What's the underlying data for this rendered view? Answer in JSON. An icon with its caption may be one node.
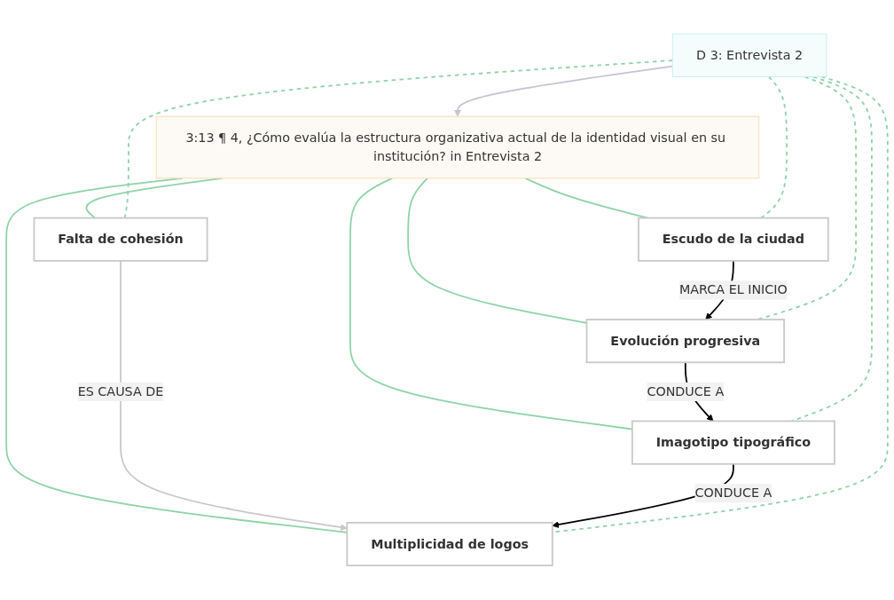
{
  "diagram": {
    "nodes": [
      {
        "text": [
          "3:13 ¶ 4, ¿Cómo evalúa la estructura organizativa actual de la identidad visual en su institución? in Entrevista 2"
        ]
      },
      {
        "text": [
          "Multiplicidad de logos"
        ]
      },
      {
        "text": [
          "Falta de cohesión"
        ]
      },
      {
        "text": [
          "Imagotipo tipográfico"
        ]
      },
      {
        "text": [
          "Evolución progresiva"
        ]
      },
      {
        "text": [
          "Escudo de la ciudad"
        ]
      },
      {
        "text": [
          "D 3: Entrevista 2"
        ]
      }
    ],
    "edges": [
      {
        "from": 0,
        "to": 5,
        "arrow": "none"
      },
      {
        "from": 0,
        "to": 4,
        "arrow": "none"
      },
      {
        "from": 0,
        "to": 3,
        "arrow": "none"
      },
      {
        "from": 0,
        "to": 2,
        "arrow": "none"
      },
      {
        "from": 0,
        "to": 1,
        "arrow": "none"
      },
      {
        "from": 6,
        "to": 0,
        "arrow": "to",
        "color": "#c4c4d4"
      },
      {
        "from": 2,
        "to": 1,
        "label": "ES CAUSA DE",
        "arrow": "to",
        "color": "#c8c8c8"
      },
      {
        "from": 3,
        "to": 1,
        "label": "CONDUCE A",
        "arrow": "to",
        "color": "#000000"
      },
      {
        "from": 4,
        "to": 3,
        "label": "CONDUCE A",
        "arrow": "to",
        "color": "#000000"
      },
      {
        "from": 5,
        "to": 4,
        "label": "MARCA EL INICIO",
        "arrow": "to",
        "color": "#000000"
      },
      {
        "from": 6,
        "to": 5,
        "arrow": "none",
        "style": "dashed"
      },
      {
        "from": 6,
        "to": 4,
        "arrow": "none",
        "style": "dashed"
      },
      {
        "from": 6,
        "to": 3,
        "arrow": "none",
        "style": "dashed"
      },
      {
        "from": 6,
        "to": 1,
        "arrow": "none",
        "style": "dashed"
      },
      {
        "from": 6,
        "to": 2,
        "arrow": "none",
        "style": "dashed"
      }
    ]
  }
}
